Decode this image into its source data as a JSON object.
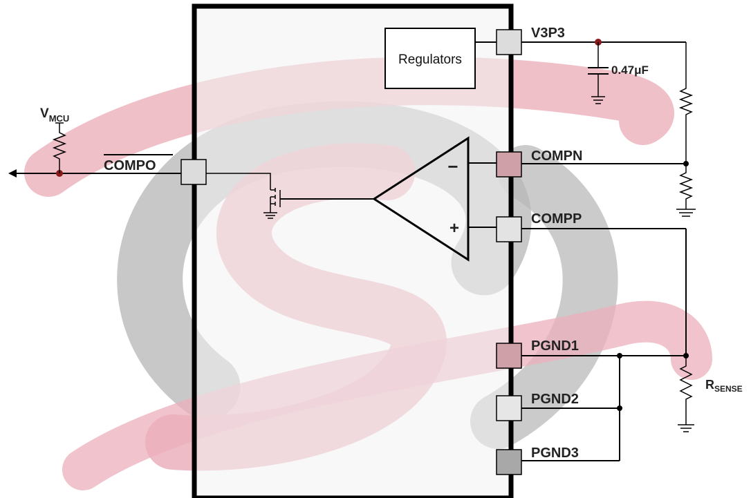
{
  "colors": {
    "chip_fill": "#f3f3f3",
    "chip_border": "#000000",
    "watermark_pink": "#e7a7b3",
    "watermark_gray": "#9a9a9a",
    "pad_light": "#dcdcdc",
    "pad_pink": "#d0a0a8",
    "pad_dark": "#a8a8a8"
  },
  "labels": {
    "regulators": "Regulators",
    "v3p3": "V3P3",
    "capacitor": "0.47μF",
    "vmcu_main": "V",
    "vmcu_sub": "MCU",
    "compo": "COMPO",
    "compn": "COMPN",
    "compp": "COMPP",
    "pgnd1": "PGND1",
    "pgnd2": "PGND2",
    "pgnd3": "PGND3",
    "rsense_main": "R",
    "rsense_sub": "SENSE",
    "minus": "−",
    "plus": "+"
  }
}
